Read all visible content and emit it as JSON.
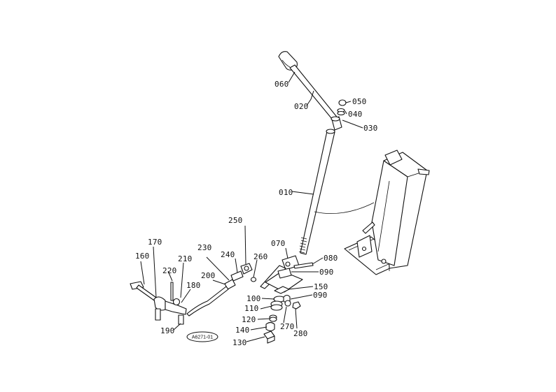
{
  "diagram": {
    "part_numbers": {
      "p010": "010",
      "p020": "020",
      "p030": "030",
      "p040": "040",
      "p050": "050",
      "p060": "060",
      "p070": "070",
      "p080": "080",
      "p090a": "090",
      "p090b": "090",
      "p100": "100",
      "p110": "110",
      "p120": "120",
      "p130": "130",
      "p140": "140",
      "p150": "150",
      "p160": "160",
      "p170": "170",
      "p180": "180",
      "p190": "190",
      "p200": "200",
      "p210": "210",
      "p220": "220",
      "p230": "230",
      "p240": "240",
      "p250": "250",
      "p260": "260",
      "p270": "270",
      "p280": "280"
    },
    "reference_code": "A6271-01",
    "colors": {
      "ink": "#111111",
      "paper": "#ffffff"
    }
  }
}
